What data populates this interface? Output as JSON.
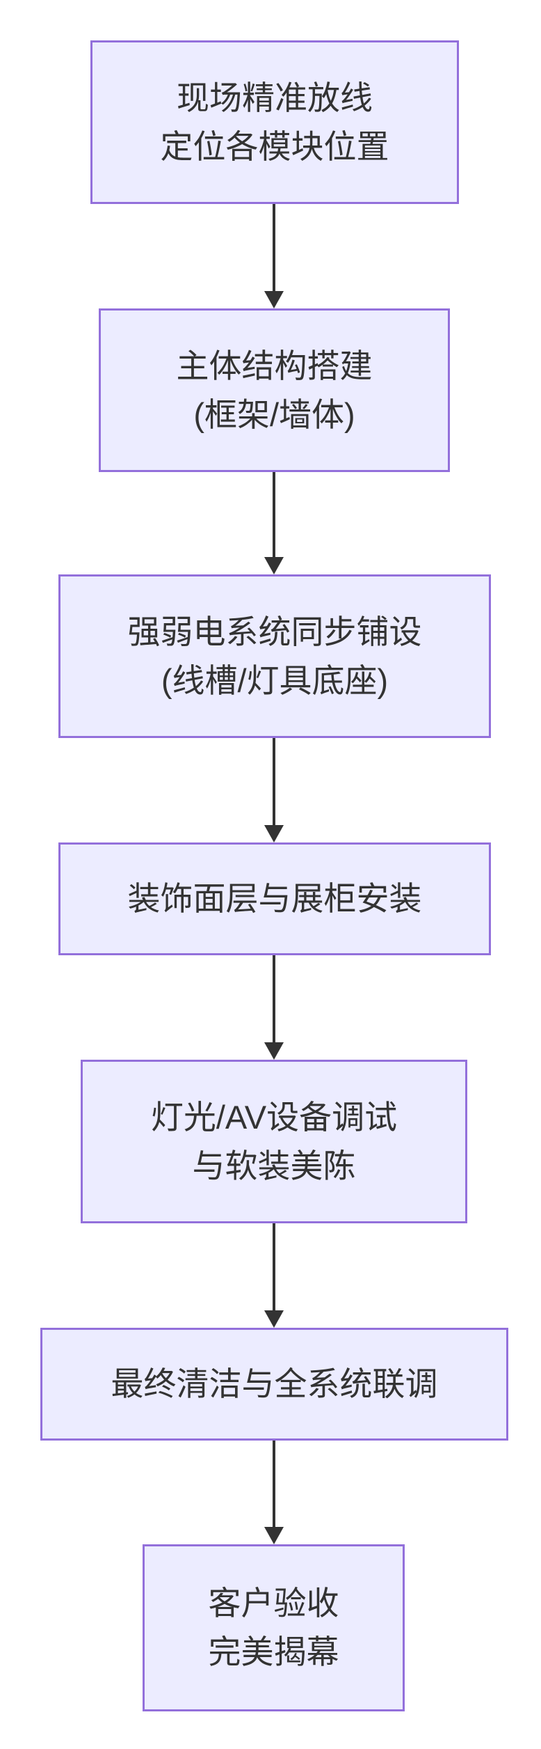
{
  "flowchart": {
    "type": "flowchart",
    "direction": "top-down",
    "background": "#ffffff",
    "style": {
      "node_fill": "#ECECFF",
      "node_border": "#9370DB",
      "text_color": "#333333",
      "arrow_color": "#333333"
    },
    "nodes": [
      {
        "id": "step-1",
        "lines": [
          "现场精准放线",
          "定位各模块位置"
        ]
      },
      {
        "id": "step-2",
        "lines": [
          "主体结构搭建",
          "(框架/墙体)"
        ]
      },
      {
        "id": "step-3",
        "lines": [
          "强弱电系统同步铺设",
          "(线槽/灯具底座)"
        ]
      },
      {
        "id": "step-4",
        "lines": [
          "装饰面层与展柜安装"
        ]
      },
      {
        "id": "step-5",
        "lines": [
          "灯光/AV设备调试",
          "与软装美陈"
        ]
      },
      {
        "id": "step-6",
        "lines": [
          "最终清洁与全系统联调"
        ]
      },
      {
        "id": "step-7",
        "lines": [
          "客户验收",
          "完美揭幕"
        ]
      }
    ],
    "edges": [
      {
        "from": "step-1",
        "to": "step-2"
      },
      {
        "from": "step-2",
        "to": "step-3"
      },
      {
        "from": "step-3",
        "to": "step-4"
      },
      {
        "from": "step-4",
        "to": "step-5"
      },
      {
        "from": "step-5",
        "to": "step-6"
      },
      {
        "from": "step-6",
        "to": "step-7"
      }
    ]
  }
}
